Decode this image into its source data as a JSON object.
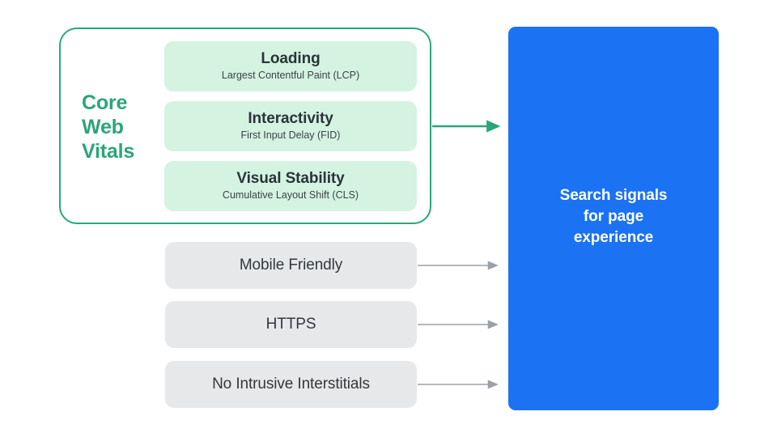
{
  "diagram": {
    "title": "Search signals for page experience",
    "colors": {
      "green_accent": "#2ca579",
      "green_border": "#27a87a",
      "mint_card": "#d4f3e1",
      "gray_card": "#e7e8ea",
      "blue_panel": "#1b72f2",
      "gray_arrow": "#9aa0a6",
      "text_dark": "#2b3338",
      "white": "#ffffff",
      "background": "#ffffff"
    }
  },
  "core_web_vitals": {
    "group_label_lines": [
      "Core",
      "Web",
      "Vitals"
    ],
    "group_label": "Core Web Vitals",
    "metrics": [
      {
        "title": "Loading",
        "subtitle": "Largest Contentful Paint (LCP)",
        "abbreviation": "LCP"
      },
      {
        "title": "Interactivity",
        "subtitle": "First Input Delay (FID)",
        "abbreviation": "FID"
      },
      {
        "title": "Visual Stability",
        "subtitle": "Cumulative Layout Shift (CLS)",
        "abbreviation": "CLS"
      }
    ]
  },
  "other_signals": [
    {
      "label": "Mobile Friendly"
    },
    {
      "label": "HTTPS"
    },
    {
      "label": "No Intrusive Interstitials"
    }
  ],
  "destination": {
    "lines": [
      "Search signals",
      "for page",
      "experience"
    ],
    "text": "Search signals for page experience"
  },
  "connectors": [
    {
      "name": "core-web-vitals-arrow",
      "color": "#2ca579",
      "from": "core-web-vitals-group",
      "to": "search-signals-panel"
    },
    {
      "name": "mobile-friendly-arrow",
      "color": "#9aa0a6",
      "from": "mobile-friendly-card",
      "to": "search-signals-panel"
    },
    {
      "name": "https-arrow",
      "color": "#9aa0a6",
      "from": "https-card",
      "to": "search-signals-panel"
    },
    {
      "name": "interstitials-arrow",
      "color": "#9aa0a6",
      "from": "no-intrusive-interstitials-card",
      "to": "search-signals-panel"
    }
  ]
}
